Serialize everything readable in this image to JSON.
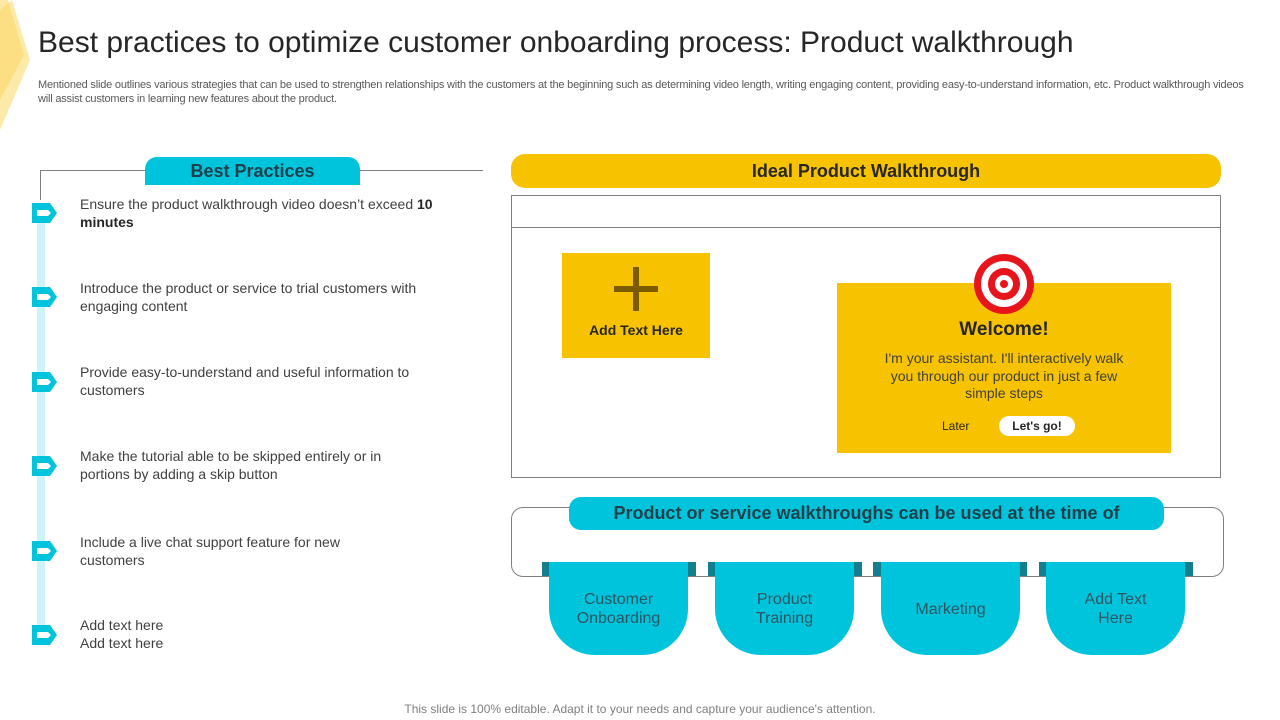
{
  "title": "Best practices to optimize customer onboarding process: Product walkthrough",
  "subtitle": "Mentioned slide outlines various strategies that can be used to strengthen relationships with the customers at the beginning such as determining video length, writing engaging content, providing easy-to-understand information, etc. Product walkthrough videos will assist customers in learning new features about the product.",
  "best_practices": {
    "header": "Best Practices",
    "items": [
      {
        "text": "Ensure the product walkthrough video doesn’t exceed ",
        "bold": "10 minutes"
      },
      {
        "text": "Introduce the product or service to trial customers with engaging content"
      },
      {
        "text": "Provide easy-to-understand and useful information to customers"
      },
      {
        "text": "Make the tutorial able to be skipped entirely or in portions by adding a skip button"
      },
      {
        "text": "Include a live chat support feature for new customers"
      },
      {
        "text": "Add text here Add text here"
      }
    ]
  },
  "ideal_walkthrough": {
    "header": "Ideal Product Walkthrough",
    "add_text": "Add Text Here",
    "welcome": {
      "title": "Welcome!",
      "text": "I'm your assistant. I'll interactively walk you through our product in just a few simple steps",
      "later": "Later",
      "go": "Let's go!"
    }
  },
  "usage": {
    "header": "Product or service walkthroughs can be used at the time of",
    "tabs": [
      "Customer Onboarding",
      "Product Training",
      "Marketing",
      "Add Text Here"
    ]
  },
  "footer": "This slide is 100% editable. Adapt it to your needs and capture your audience's attention.",
  "colors": {
    "accent_yellow": "#f7c300",
    "accent_cyan": "#00c4dc",
    "dark_teal": "#137f8c"
  },
  "icons": [
    "plus-icon",
    "target-icon",
    "tag-marker-icon"
  ]
}
